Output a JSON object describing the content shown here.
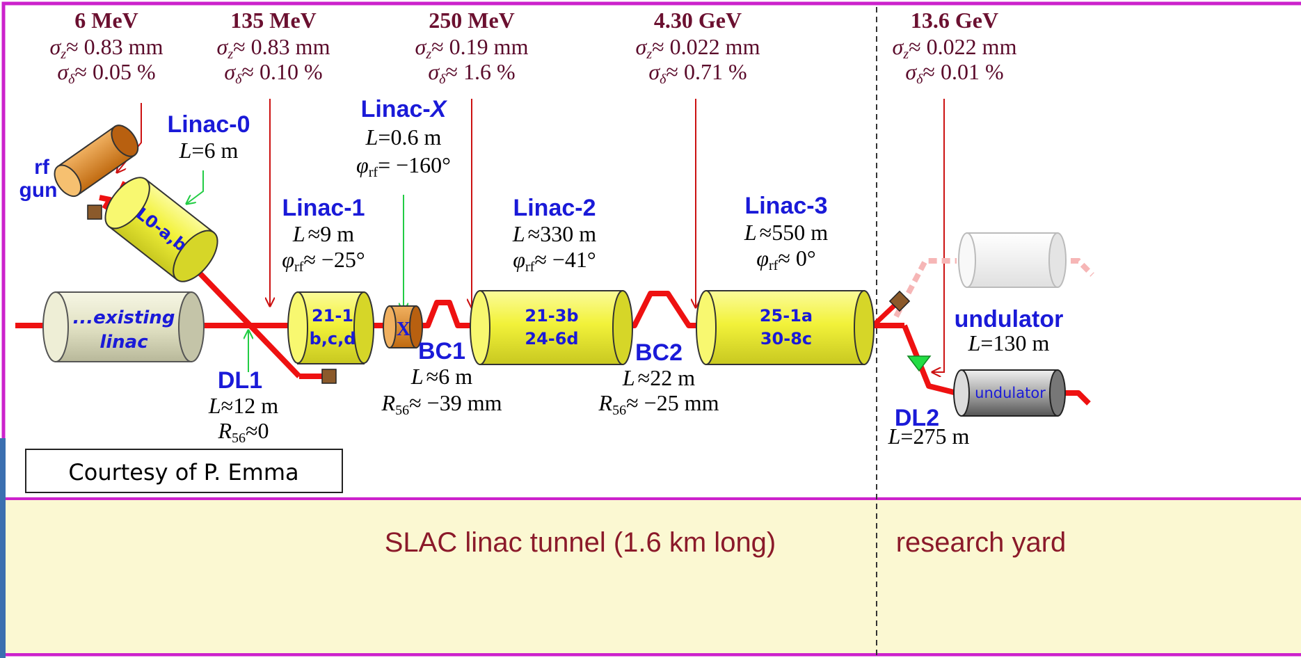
{
  "sections": [
    {
      "energy": "6 MeV",
      "sigma_z": "≈ 0.83 mm",
      "sigma_delta": "≈ 0.05 %"
    },
    {
      "energy": "135 MeV",
      "sigma_z": "≈ 0.83 mm",
      "sigma_delta": "≈ 0.10 %"
    },
    {
      "energy": "250 MeV",
      "sigma_z": "≈ 0.19 mm",
      "sigma_delta": "≈ 1.6 %"
    },
    {
      "energy": "4.30 GeV",
      "sigma_z": "≈ 0.022 mm",
      "sigma_delta": "≈ 0.71 %"
    },
    {
      "energy": "13.6 GeV",
      "sigma_z": "≈ 0.022 mm",
      "sigma_delta": "≈ 0.01 %"
    }
  ],
  "rf_gun": {
    "line1": "rf",
    "line2": "gun"
  },
  "linac0": {
    "name": "Linac-0",
    "length": "=6 m",
    "label": "L0-a,b"
  },
  "linacX": {
    "name": "Linac-",
    "name_italic": "X",
    "length": "=0.6 m",
    "phase": "= −160°",
    "label": "X"
  },
  "linac1": {
    "name": "Linac-1",
    "length": "≈9 m",
    "phase": "≈ −25°",
    "label1": "21-1",
    "label2": "b,c,d"
  },
  "linac2": {
    "name": "Linac-2",
    "length": "≈330 m",
    "phase": "≈ −41°",
    "label1": "21-3b",
    "label2": "24-6d"
  },
  "linac3": {
    "name": "Linac-3",
    "length": "≈550 m",
    "phase": "≈ 0°",
    "label1": "25-1a",
    "label2": "30-8c"
  },
  "existing": {
    "line1": "...existing",
    "line2": "linac"
  },
  "dl1": {
    "name": "DL1",
    "length": "≈12 m",
    "r56": "≈0"
  },
  "bc1": {
    "name": "BC1",
    "length": "≈6 m",
    "r56": "≈ −39 mm"
  },
  "bc2": {
    "name": "BC2",
    "length": "≈22 m",
    "r56": "≈ −25 mm"
  },
  "dl2": {
    "name": "DL2",
    "length": "=275 m"
  },
  "undulator": {
    "name": "undulator",
    "length": "=130 m",
    "label": "undulator"
  },
  "courtesy": "Courtesy of P. Emma",
  "footer": {
    "tunnel": "SLAC linac tunnel (1.6 km long)",
    "yard": "research yard"
  },
  "symbols": {
    "L": "L",
    "phi_rf": "φ",
    "rf_sub": "rf",
    "R56": "R",
    "R56_sub": "56",
    "sigma": "σ",
    "z_sub": "z",
    "delta_sub": "δ"
  },
  "colors": {
    "border": "#cc22cc",
    "footer_bg": "#fbf8d2",
    "beamline": "#ee1111",
    "linac_cyl": "#f2f23a",
    "title": "#1a1ad8",
    "energy": "#6b1030"
  }
}
